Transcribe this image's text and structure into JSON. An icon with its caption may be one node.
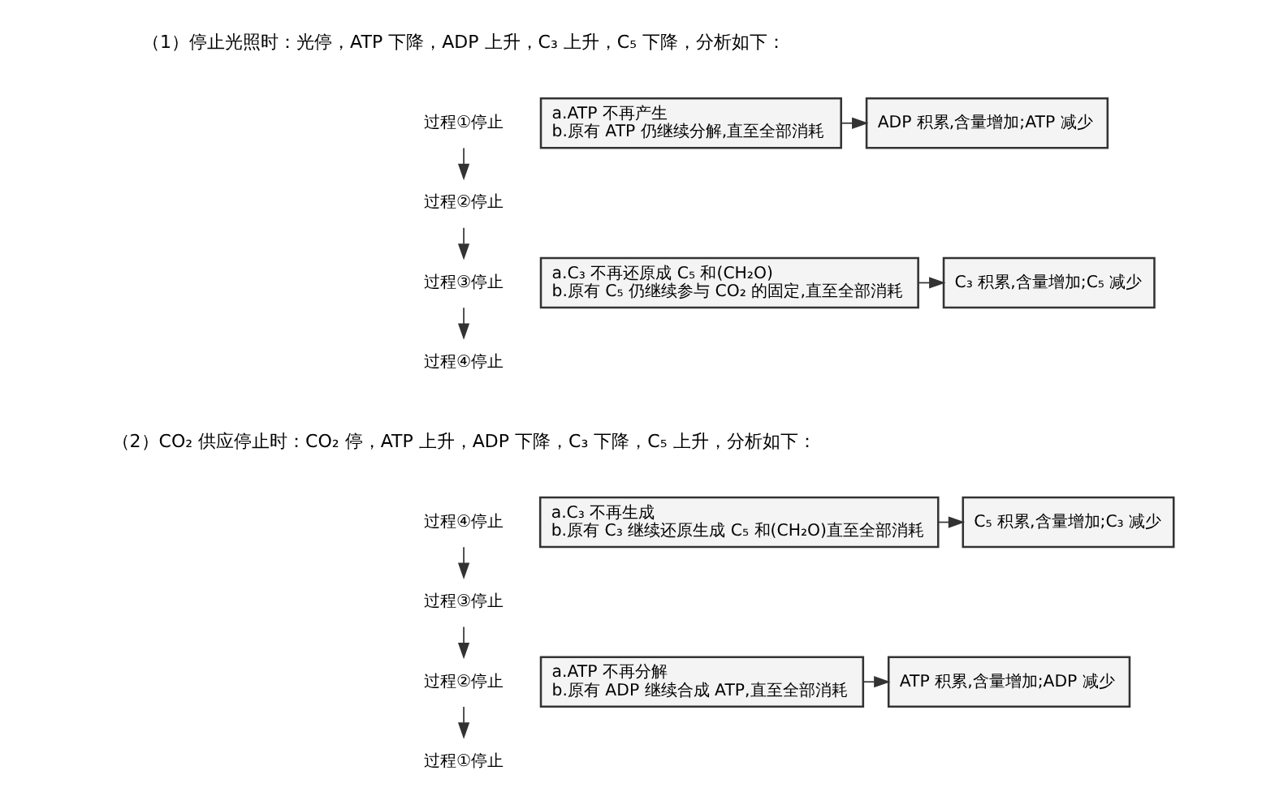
{
  "diagram": {
    "nodes": [
      {
        "text": [
          "过程①停止"
        ]
      },
      {
        "text": [
          "过程②停止"
        ]
      },
      {
        "text": [
          "过程③停止"
        ]
      },
      {
        "text": [
          "过程④停止"
        ]
      },
      {
        "text": [
          "a.ATP 不再产生",
          "b.原有 ATP 仍继续分解,直至全部消耗"
        ]
      },
      {
        "text": [
          "ADP 积累,含量增加;ATP 减少"
        ]
      },
      {
        "text": [
          "a.C₃ 不再还原成 C₅ 和(CH₂O)",
          "b.原有 C₅ 仍继续参与 CO₂ 的固定,直至全部消耗"
        ]
      },
      {
        "text": [
          "C₃ 积累,含量增加;C₅ 减少"
        ]
      },
      {
        "text": [
          "过程④停止"
        ]
      },
      {
        "text": [
          "过程③停止"
        ]
      },
      {
        "text": [
          "过程②停止"
        ]
      },
      {
        "text": [
          "过程①停止"
        ]
      },
      {
        "text": [
          "a.C₃ 不再生成",
          "b.原有 C₃ 继续还原生成 C₅ 和(CH₂O)直至全部消耗"
        ]
      },
      {
        "text": [
          "C₅ 积累,含量增加;C₃ 减少"
        ]
      },
      {
        "text": [
          "a.ATP 不再分解",
          "b.原有 ADP 继续合成 ATP,直至全部消耗"
        ]
      },
      {
        "text": [
          "ATP 积累,含量增加;ADP 减少"
        ]
      }
    ],
    "edges": [
      {
        "from": 0,
        "to": 1,
        "arrow": "to"
      },
      {
        "from": 1,
        "to": 2,
        "arrow": "to"
      },
      {
        "from": 2,
        "to": 3,
        "arrow": "to"
      },
      {
        "from": 4,
        "to": 5,
        "arrow": "to"
      },
      {
        "from": 6,
        "to": 7,
        "arrow": "to"
      },
      {
        "from": 8,
        "to": 9,
        "arrow": "to"
      },
      {
        "from": 9,
        "to": 10,
        "arrow": "to"
      },
      {
        "from": 10,
        "to": 11,
        "arrow": "to"
      },
      {
        "from": 12,
        "to": 13,
        "arrow": "to"
      },
      {
        "from": 14,
        "to": 15,
        "arrow": "to"
      }
    ],
    "labels": [
      "（1）停止光照时：光停，ATP 下降，ADP 上升，C₃ 上升，C₅ 下降，分析如下：",
      "（2）CO₂ 供应停止时：CO₂ 停，ATP 上升，ADP 下降，C₃ 下降，C₅ 上升，分析如下："
    ]
  }
}
